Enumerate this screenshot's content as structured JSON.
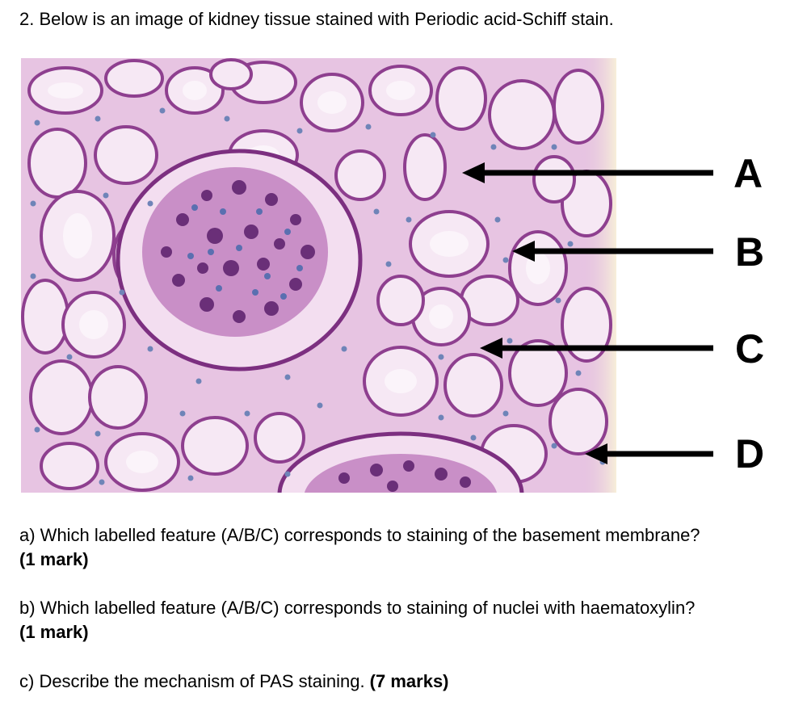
{
  "heading": "2. Below is an image of kidney tissue stained with Periodic acid-Schiff stain.",
  "labels": [
    "A",
    "B",
    "C",
    "D"
  ],
  "questions": [
    {
      "text": "a) Which labelled feature (A/B/C) corresponds to staining of the basement membrane?",
      "marks": "(1 mark)"
    },
    {
      "text": "b) Which labelled feature (A/B/C) corresponds to staining of nuclei with haematoxylin?",
      "marks": "(1 mark)"
    },
    {
      "text": "c) Describe the mechanism of PAS staining. ",
      "marks": "(7 marks)"
    }
  ],
  "colors": {
    "tissue_background": "#e7c4e2",
    "membrane": "#8e3f8f",
    "lumen": "#f8eef7",
    "nucleus": "#6f84b8",
    "arrow": "#000000"
  }
}
